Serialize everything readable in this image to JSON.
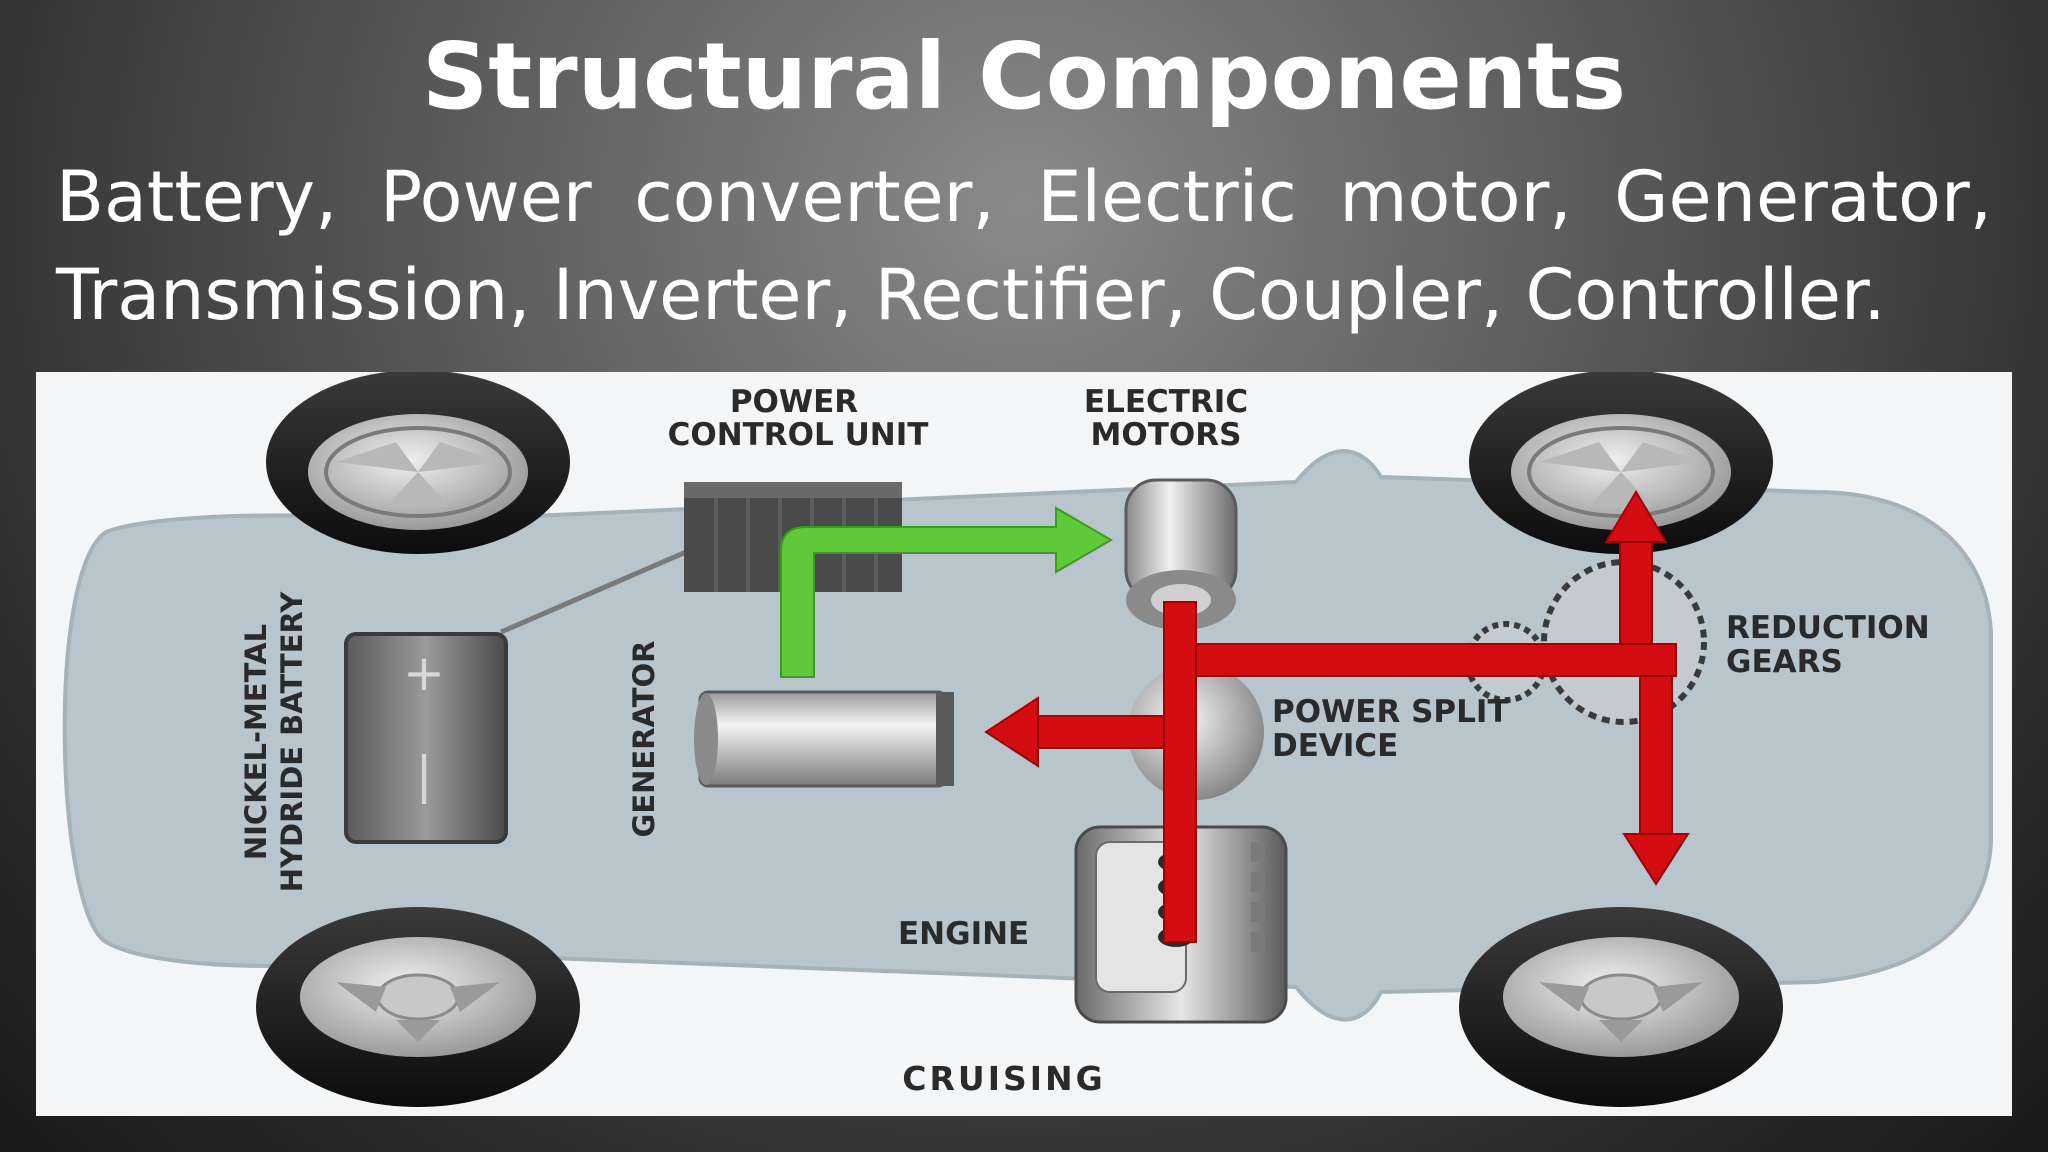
{
  "slide": {
    "title": "Structural Components",
    "body_line1": "Battery, Power converter, Electric motor, Generator,",
    "body_line2": "Transmission, Inverter, Rectifier, Coupler, Controller."
  },
  "diagram": {
    "labels": {
      "power_control_unit_1": "POWER",
      "power_control_unit_2": "CONTROL UNIT",
      "electric_motors_1": "ELECTRIC",
      "electric_motors_2": "MOTORS",
      "battery_1": "NICKEL-METAL",
      "battery_2": "HYDRIDE BATTERY",
      "generator": "GENERATOR",
      "reduction_gears_1": "REDUCTION",
      "reduction_gears_2": "GEARS",
      "power_split_1": "POWER SPLIT",
      "power_split_2": "DEVICE",
      "engine": "ENGINE",
      "caption": "CRUISING"
    },
    "colors": {
      "electric_flow": "#5fc93a",
      "mechanical_flow": "#d40d12",
      "car_body": "#b9c5cc"
    }
  }
}
